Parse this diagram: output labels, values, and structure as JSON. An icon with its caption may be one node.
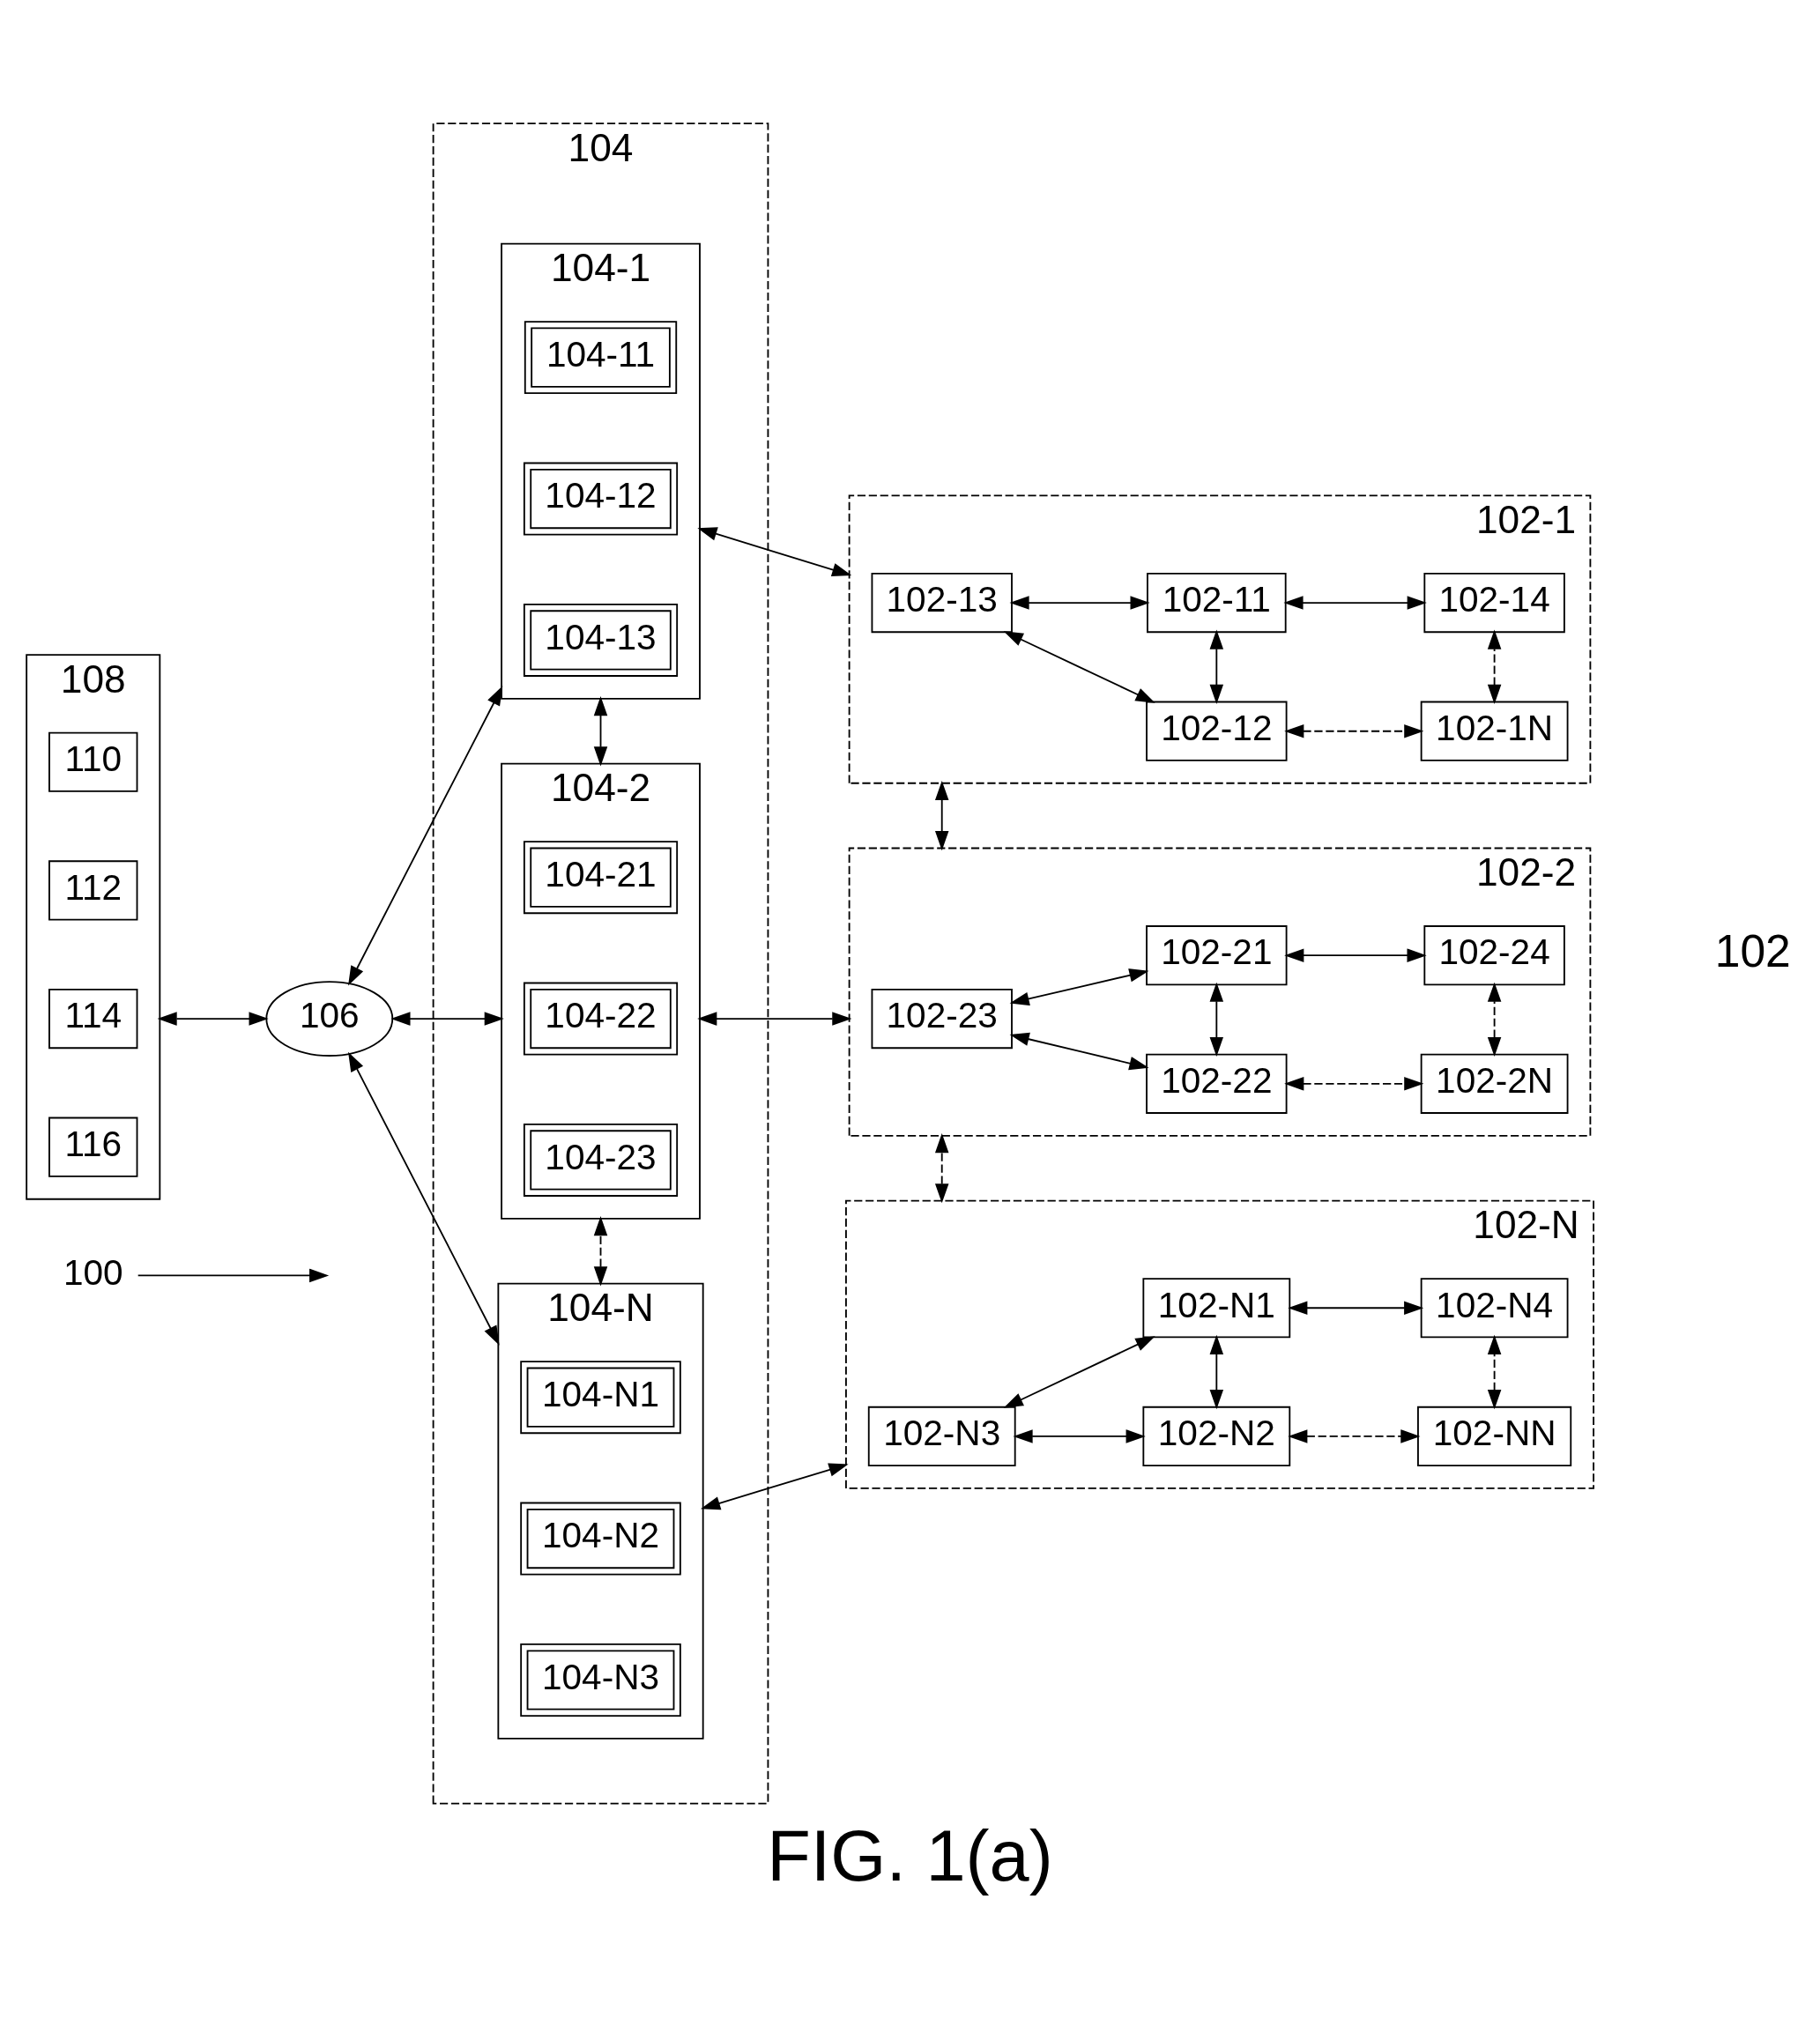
{
  "diagram": {
    "caption": "FIG. 1(a)",
    "nodes": [
      {
        "text": [
          "100"
        ]
      },
      {
        "text": [
          "108"
        ]
      },
      {
        "text": [
          "110"
        ],
        "in": 1
      },
      {
        "text": [
          "112"
        ],
        "in": 1
      },
      {
        "text": [
          "114"
        ],
        "in": 1
      },
      {
        "text": [
          "116"
        ],
        "in": 1
      },
      {
        "text": [
          "106"
        ]
      },
      {
        "text": [
          "104"
        ]
      },
      {
        "text": [
          "104-1"
        ],
        "in": 7
      },
      {
        "text": [
          "104-11"
        ],
        "in": 8
      },
      {
        "text": [
          "104-12"
        ],
        "in": 8
      },
      {
        "text": [
          "104-13"
        ],
        "in": 8
      },
      {
        "text": [
          "104-2"
        ],
        "in": 7
      },
      {
        "text": [
          "104-21"
        ],
        "in": 12
      },
      {
        "text": [
          "104-22"
        ],
        "in": 12
      },
      {
        "text": [
          "104-23"
        ],
        "in": 12
      },
      {
        "text": [
          "104-N"
        ],
        "in": 7
      },
      {
        "text": [
          "104-N1"
        ],
        "in": 16
      },
      {
        "text": [
          "104-N2"
        ],
        "in": 16
      },
      {
        "text": [
          "104-N3"
        ],
        "in": 16
      },
      {
        "text": [
          "102-1"
        ]
      },
      {
        "text": [
          "102-11"
        ],
        "in": 20
      },
      {
        "text": [
          "102-13"
        ],
        "in": 20
      },
      {
        "text": [
          "102-14"
        ],
        "in": 20
      },
      {
        "text": [
          "102-12"
        ],
        "in": 20
      },
      {
        "text": [
          "102-1N"
        ],
        "in": 20
      },
      {
        "text": [
          "102-2"
        ]
      },
      {
        "text": [
          "102-21"
        ],
        "in": 26
      },
      {
        "text": [
          "102-23"
        ],
        "in": 26
      },
      {
        "text": [
          "102-24"
        ],
        "in": 26
      },
      {
        "text": [
          "102-22"
        ],
        "in": 26
      },
      {
        "text": [
          "102-2N"
        ],
        "in": 26
      },
      {
        "text": [
          "102-N"
        ]
      },
      {
        "text": [
          "102-N1"
        ],
        "in": 32
      },
      {
        "text": [
          "102-N3"
        ],
        "in": 32
      },
      {
        "text": [
          "102-N4"
        ],
        "in": 32
      },
      {
        "text": [
          "102-N2"
        ],
        "in": 32
      },
      {
        "text": [
          "102-NN"
        ],
        "in": 32
      }
    ],
    "edges": [
      {
        "from": 0,
        "to": null,
        "arrow": "to"
      },
      {
        "from": 1,
        "to": 6,
        "arrow": "both"
      },
      {
        "from": 6,
        "to": 8,
        "arrow": "both"
      },
      {
        "from": 6,
        "to": 12,
        "arrow": "both"
      },
      {
        "from": 6,
        "to": 16,
        "arrow": "both"
      },
      {
        "from": 12,
        "to": 8,
        "arrow": "both"
      },
      {
        "from": 16,
        "to": 12,
        "arrow": "both",
        "style": "dashed"
      },
      {
        "from": 8,
        "to": 20,
        "arrow": "both"
      },
      {
        "from": 12,
        "to": 26,
        "arrow": "both"
      },
      {
        "from": 16,
        "to": 32,
        "arrow": "both"
      },
      {
        "from": 26,
        "to": 20,
        "arrow": "both"
      },
      {
        "from": 32,
        "to": 26,
        "arrow": "both",
        "style": "dashed"
      },
      {
        "from": 22,
        "to": 21,
        "arrow": "both"
      },
      {
        "from": 22,
        "to": 24,
        "arrow": "both"
      },
      {
        "from": 21,
        "to": 23,
        "arrow": "both"
      },
      {
        "from": 24,
        "to": 21,
        "arrow": "both"
      },
      {
        "from": 24,
        "to": 25,
        "arrow": "both",
        "style": "dashed"
      },
      {
        "from": 25,
        "to": 23,
        "arrow": "both",
        "style": "dashed"
      },
      {
        "from": 28,
        "to": 27,
        "arrow": "both"
      },
      {
        "from": 28,
        "to": 30,
        "arrow": "both"
      },
      {
        "from": 27,
        "to": 29,
        "arrow": "both"
      },
      {
        "from": 30,
        "to": 27,
        "arrow": "both"
      },
      {
        "from": 30,
        "to": 31,
        "arrow": "both",
        "style": "dashed"
      },
      {
        "from": 31,
        "to": 29,
        "arrow": "both",
        "style": "dashed"
      },
      {
        "from": 34,
        "to": 33,
        "arrow": "both"
      },
      {
        "from": 34,
        "to": 36,
        "arrow": "both"
      },
      {
        "from": 33,
        "to": 35,
        "arrow": "both"
      },
      {
        "from": 36,
        "to": 33,
        "arrow": "both"
      },
      {
        "from": 36,
        "to": 37,
        "arrow": "both",
        "style": "dashed"
      },
      {
        "from": 37,
        "to": 35,
        "arrow": "both",
        "style": "dashed"
      }
    ],
    "labels": [
      "102"
    ]
  }
}
